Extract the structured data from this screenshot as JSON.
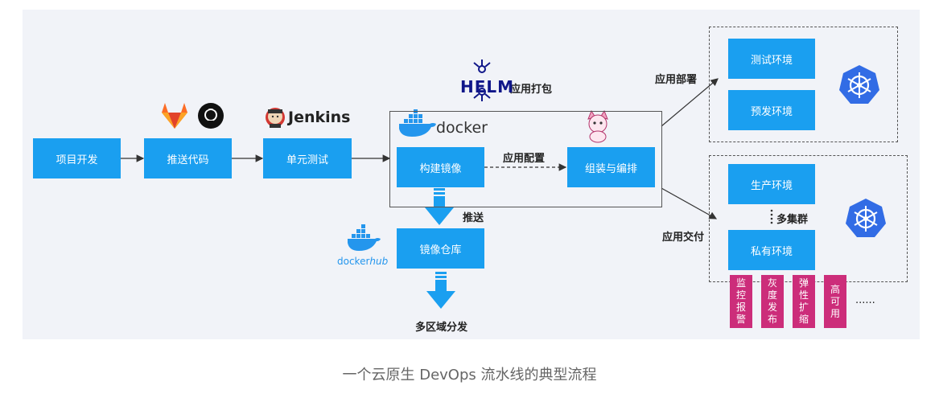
{
  "nodes": {
    "project_dev": "项目开发",
    "push_code": "推送代码",
    "unit_test": "单元测试",
    "build_image": "构建镜像",
    "assemble": "组装与编排",
    "image_repo": "镜像仓库",
    "test_env": "测试环境",
    "staging_env": "预发环境",
    "prod_env": "生产环境",
    "private_env": "私有环境"
  },
  "labels": {
    "app_package": "应用打包",
    "app_config": "应用配置",
    "push": "推送",
    "multi_region": "多区域分发",
    "app_deploy": "应用部署",
    "app_delivery": "应用交付",
    "multi_cluster": "多集群"
  },
  "logos": {
    "jenkins": "Jenkins",
    "docker": "docker",
    "helm": "HELM",
    "dockerhub_a": "docker",
    "dockerhub_b": "hub"
  },
  "features": [
    [
      "监",
      "控",
      "报",
      "警"
    ],
    [
      "灰",
      "度",
      "发",
      "布"
    ],
    [
      "弹",
      "性",
      "扩",
      "缩"
    ],
    [
      "高",
      "可",
      "用"
    ]
  ],
  "ellipsis": "......",
  "caption": "一个云原生 DevOps 流水线的典型流程",
  "colors": {
    "box": "#1a9ff0",
    "feature": "#cc2d7a",
    "k8s": "#326ce5",
    "gitlab": "#fc6d26",
    "docker": "#2496ed",
    "helm": "#0f1689"
  },
  "icons": [
    "gitlab-icon",
    "github-icon",
    "jenkins-icon",
    "docker-icon",
    "helm-icon",
    "kubernetes-icon",
    "dockerhub-icon",
    "cat-mascot-icon"
  ]
}
